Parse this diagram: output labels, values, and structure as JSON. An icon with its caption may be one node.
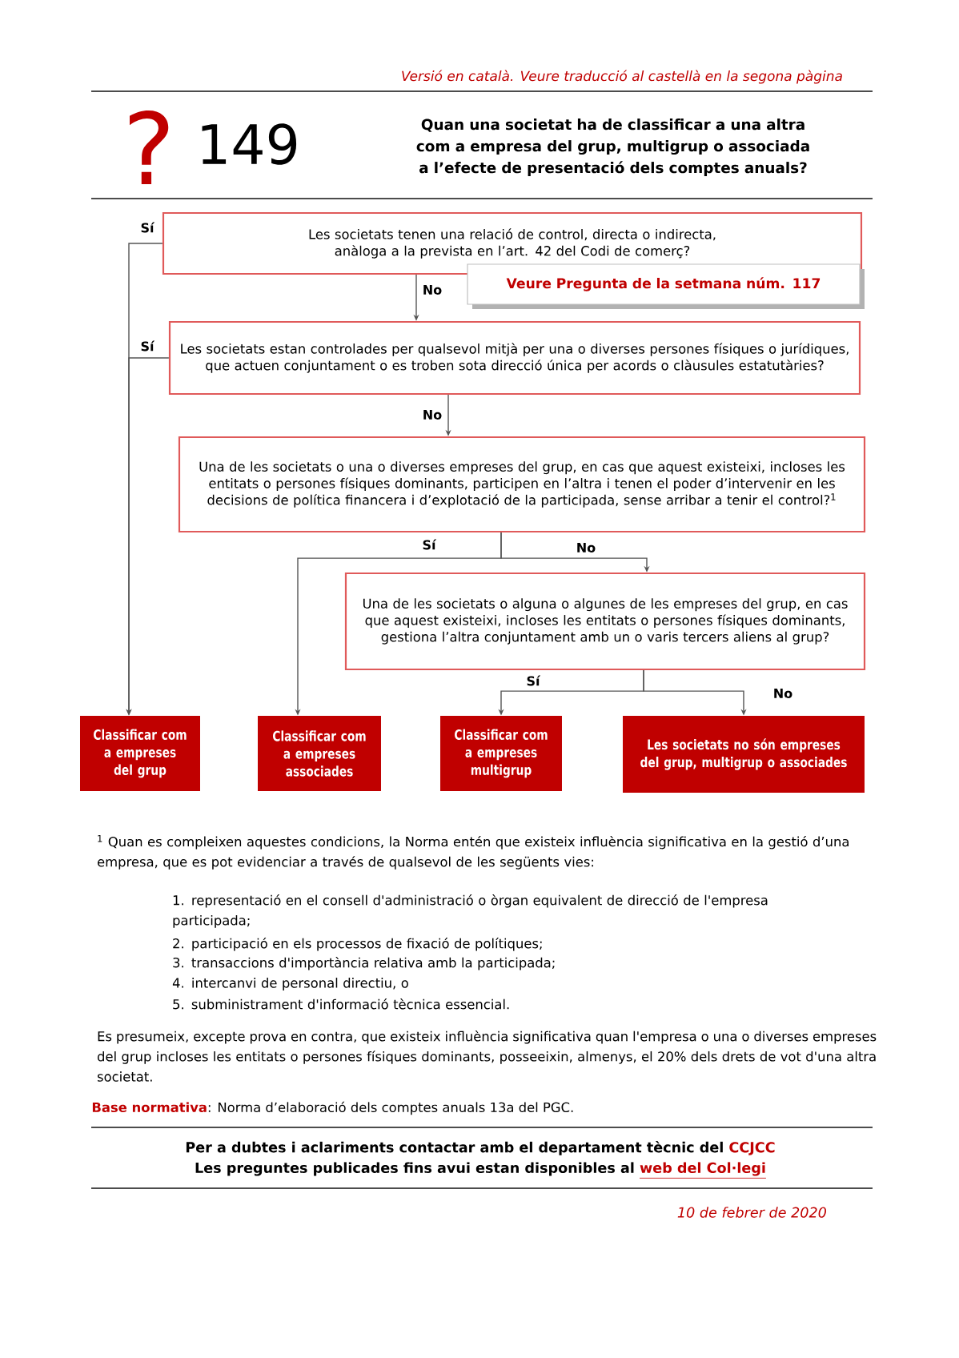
{
  "diagram": {
    "title": "Quan una societat ha de classificar a una altra com a empresa del grup, multigrup o associada a l’efecte de presentació dels comptes anuals?",
    "nodes": [
      {
        "text": [
          "Les societats tenen una relació de control, directa o indirecta, anàloga a la prevista en l’art. 42 del Codi de comerç?"
        ]
      },
      {
        "text": [
          "Veure Pregunta de la setmana núm. 117"
        ]
      },
      {
        "text": [
          "Les societats estan controlades per qualsevol mitjà per una o diverses persones físiques o jurídiques, que actuen conjuntament o es troben sota direcció única per acords o clàusules estatutàries?"
        ]
      },
      {
        "text": [
          "Una de les societats o una o diverses empreses del grup, en cas que aquest existeixi, incloses les entitats o persones físiques dominants, participen en l’altra i tenen el poder d’intervenir en les decisions de política financera i d’explotació de la participada, sense arribar a tenir el control?$^{1}$"
        ]
      },
      {
        "text": [
          "Una de les societats o alguna o algunes de les empreses del grup, en cas que aquest existeixi, incloses les entitats o persones físiques dominants, gestiona l’altra conjuntament amb un o varis tercers aliens al grup?"
        ]
      },
      {
        "text": [
          "Classificar com a empreses del grup"
        ]
      },
      {
        "text": [
          "Classificar com a empreses associades"
        ]
      },
      {
        "text": [
          "Classificar com a empreses multigrup"
        ]
      },
      {
        "text": [
          "Les societats no són empreses del grup, multigrup o associades"
        ]
      }
    ],
    "edges": [
      {
        "from": 0,
        "to": 5,
        "arrow": "to",
        "label": "Sí"
      },
      {
        "from": 0,
        "to": 2,
        "arrow": "to",
        "label": "No"
      },
      {
        "from": 2,
        "to": 5,
        "arrow": "to",
        "label": "Sí"
      },
      {
        "from": 2,
        "to": 3,
        "arrow": "to",
        "label": "No"
      },
      {
        "from": 3,
        "to": 6,
        "arrow": "to",
        "label": "Sí"
      },
      {
        "from": 3,
        "to": 4,
        "arrow": "to",
        "label": "No"
      },
      {
        "from": 4,
        "to": 7,
        "arrow": "to",
        "label": "Sí"
      },
      {
        "from": 4,
        "to": 8,
        "arrow": "to",
        "label": "No"
      }
    ],
    "labels": [
      "Versió en català. Veure traducció al castellà en la segona pàgina",
      "?",
      "149",
      "$^{1}$ Quan es compleixen aquestes condicions, la Norma entén que existeix influència significativa en la gestió d’una empresa, que es pot evidenciar a través de qualsevol de les següents vies:",
      "1. representació en el consell d'administració o òrgan equivalent de direcció de l'empresa participada;",
      "2. participació en els processos de fixació de polítiques;",
      "3. transaccions d'importància relativa amb la participada;",
      "4. intercanvi de personal directiu, o",
      "5. subministrament d'informació tècnica essencial.",
      "Es presumeix, excepte prova en contra, que existeix influència significativa quan l'empresa o una o diverses empreses del grup incloses les entitats o persones físiques dominants, posseeixin, almenys, el 20% dels drets de vot d'una altra societat.",
      "Base normativa",
      ": Norma d’elaboració dels comptes anuals 13a del PGC.",
      "Per a dubtes i aclariments contactar amb el departament tècnic del",
      "CCJCC",
      "Les preguntes publicades fins avui estan disponibles al",
      "web del Col·legi",
      "10 de febrer de 2020"
    ]
  }
}
